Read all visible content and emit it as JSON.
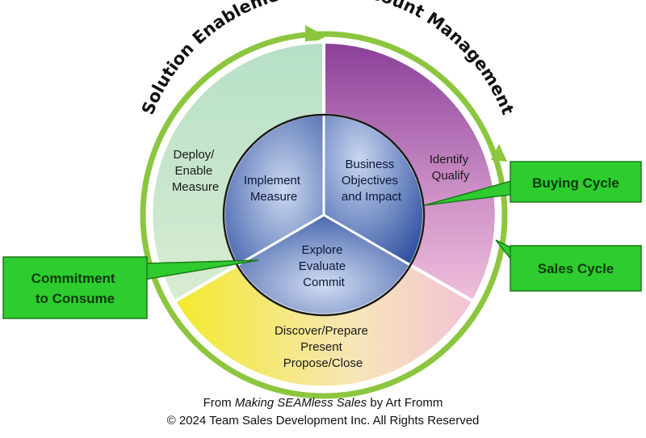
{
  "title": "Solution Enablement and Account Management",
  "segments": {
    "buying": {
      "lines": [
        "Identify",
        "Qualify"
      ]
    },
    "sales": {
      "lines": [
        "Discover/Prepare",
        "Present",
        "Propose/Close"
      ]
    },
    "commitment": {
      "lines": [
        "Deploy/",
        "Enable",
        "Measure"
      ]
    }
  },
  "inner": {
    "business": {
      "lines": [
        "Business",
        "Objectives",
        "and Impact"
      ]
    },
    "explore": {
      "lines": [
        "Explore",
        "Evaluate",
        "Commit"
      ]
    },
    "implement": {
      "lines": [
        "Implement",
        "Measure"
      ]
    }
  },
  "callouts": {
    "buying_cycle": "Buying Cycle",
    "sales_cycle": "Sales Cycle",
    "commitment": {
      "lines": [
        "Commitment",
        "to Consume"
      ]
    }
  },
  "footer": {
    "line1_prefix": "From ",
    "book_title": "Making SEAMless Sales",
    "line1_suffix": " by Art Fromm",
    "line2": "© 2024 Team Sales Development Inc. All Rights Reserved"
  },
  "colors": {
    "ring": "#8cc63f",
    "callout_fill": "#2ecc2e",
    "callout_stroke": "#1a7a1a",
    "inner_dark": "#1f3f94",
    "inner_light": "#b8c8e8"
  }
}
